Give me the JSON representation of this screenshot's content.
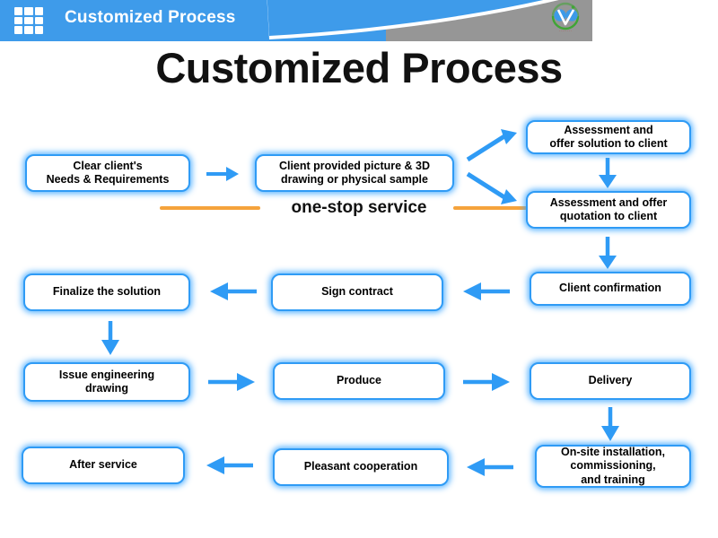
{
  "header": {
    "title": "Customized Process",
    "grid_icon": "grid-3x3-icon",
    "logo_icon": "company-logo-icon",
    "logo_caption": "········",
    "bar_color": "#3e9bea",
    "band_color": "#969696"
  },
  "title": {
    "heading": "Customized Process",
    "subtitle": "one-stop service",
    "rule_color": "#f5a33c"
  },
  "flow": {
    "accent_color": "#2f9bf5",
    "nodes": [
      {
        "id": "clear-needs",
        "label": "Clear client's\nNeeds & Requirements"
      },
      {
        "id": "client-provided",
        "label": "Client provided picture & 3D\ndrawing or physical sample"
      },
      {
        "id": "assess-solution",
        "label": "Assessment and\noffer solution to client"
      },
      {
        "id": "assess-quotation",
        "label": "Assessment and offer\nquotation to client"
      },
      {
        "id": "client-confirmation",
        "label": "Client confirmation"
      },
      {
        "id": "sign-contract",
        "label": "Sign contract"
      },
      {
        "id": "finalize-solution",
        "label": "Finalize the solution"
      },
      {
        "id": "issue-drawing",
        "label": "Issue engineering\ndrawing"
      },
      {
        "id": "produce",
        "label": "Produce"
      },
      {
        "id": "delivery",
        "label": "Delivery"
      },
      {
        "id": "onsite-install",
        "label": "On-site installation,\ncommissioning,\nand training"
      },
      {
        "id": "pleasant-coop",
        "label": "Pleasant cooperation"
      },
      {
        "id": "after-service",
        "label": "After service"
      }
    ],
    "arrows": [
      {
        "name": "arrow-clear-to-provided",
        "direction": "right"
      },
      {
        "name": "arrow-provided-to-solution",
        "direction": "up-right"
      },
      {
        "name": "arrow-provided-to-quotation",
        "direction": "down-right"
      },
      {
        "name": "arrow-solution-to-quotation",
        "direction": "down"
      },
      {
        "name": "arrow-quotation-to-confirmation",
        "direction": "down"
      },
      {
        "name": "arrow-confirmation-to-contract",
        "direction": "left"
      },
      {
        "name": "arrow-contract-to-finalize",
        "direction": "left"
      },
      {
        "name": "arrow-finalize-to-drawing",
        "direction": "down"
      },
      {
        "name": "arrow-drawing-to-produce",
        "direction": "right"
      },
      {
        "name": "arrow-produce-to-delivery",
        "direction": "right"
      },
      {
        "name": "arrow-delivery-to-onsite",
        "direction": "down"
      },
      {
        "name": "arrow-onsite-to-cooperation",
        "direction": "left"
      },
      {
        "name": "arrow-cooperation-to-after",
        "direction": "left"
      }
    ]
  }
}
